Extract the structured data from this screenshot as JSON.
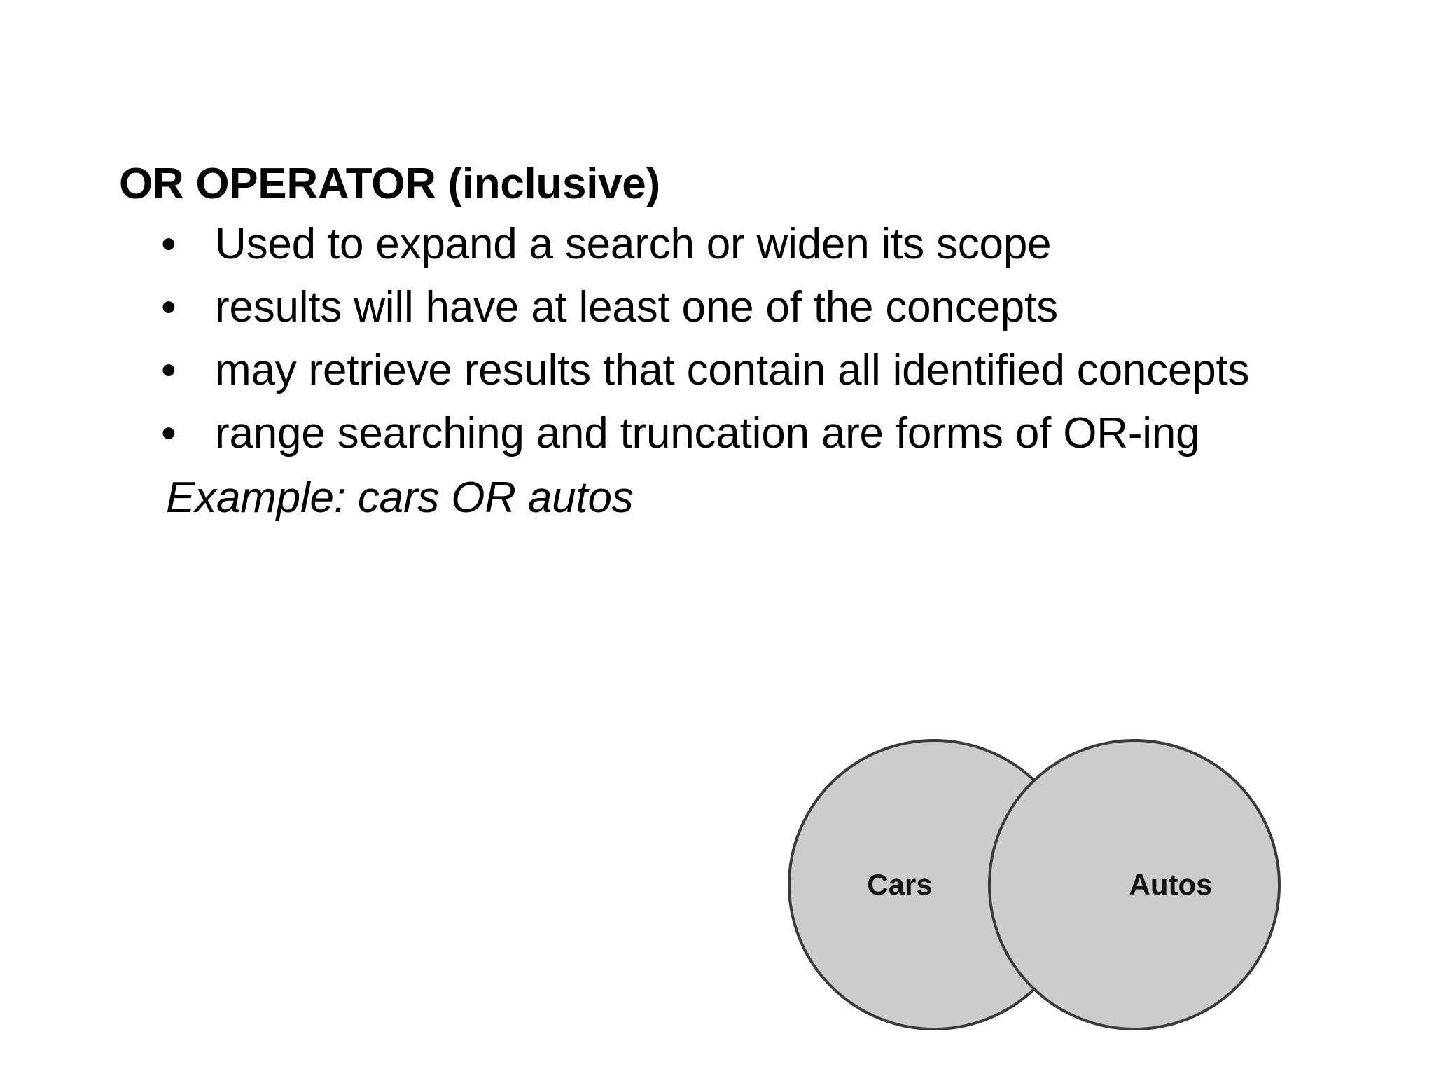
{
  "slide": {
    "title": "OR OPERATOR (inclusive)",
    "bullets": [
      {
        "marker": "•",
        "text": "Used to expand a search or widen its scope"
      },
      {
        "marker": "•",
        "text": "results will have at least one of the concepts"
      },
      {
        "marker": "•",
        "text": "may retrieve results that contain all identified concepts"
      },
      {
        "marker": "•",
        "text": "range searching and truncation are forms of OR-ing"
      }
    ],
    "example": "Example: cars OR autos"
  },
  "venn": {
    "left_label": "Cars",
    "right_label": "Autos",
    "fill_color": "#cccccc",
    "stroke_color": "#3a3a3a",
    "background_color": "#ffffff"
  }
}
